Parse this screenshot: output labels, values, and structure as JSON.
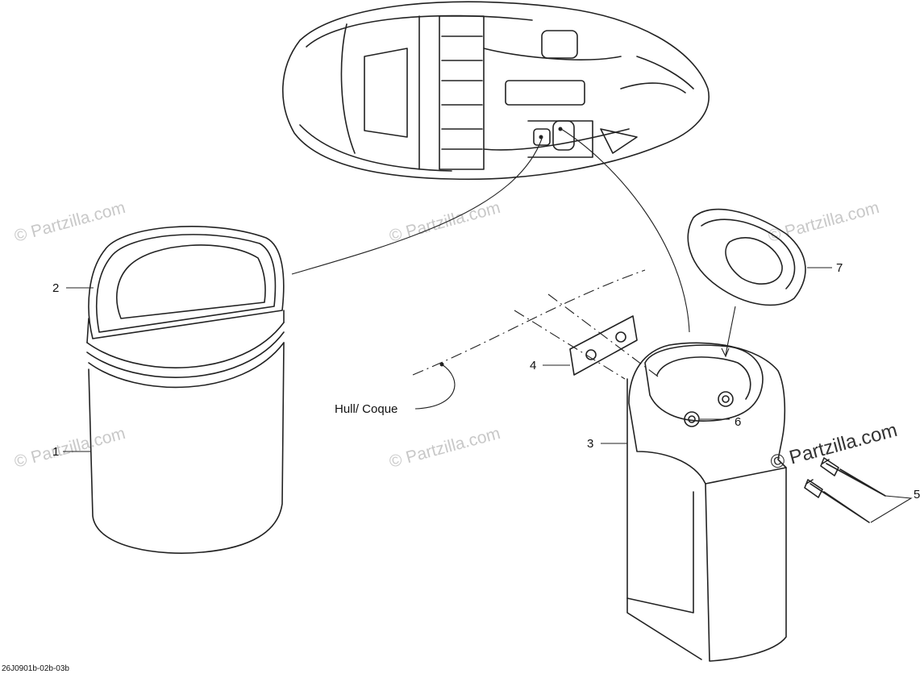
{
  "callouts": {
    "c1": "1",
    "c2": "2",
    "c3": "3",
    "c4": "4",
    "c5": "5",
    "c6": "6",
    "c7": "7"
  },
  "hull_label": "Hull/ Coque",
  "watermark": "© Partzilla.com",
  "watermark_main": "© Partzilla.com",
  "reference_code": "26J0901b-02b-03b"
}
